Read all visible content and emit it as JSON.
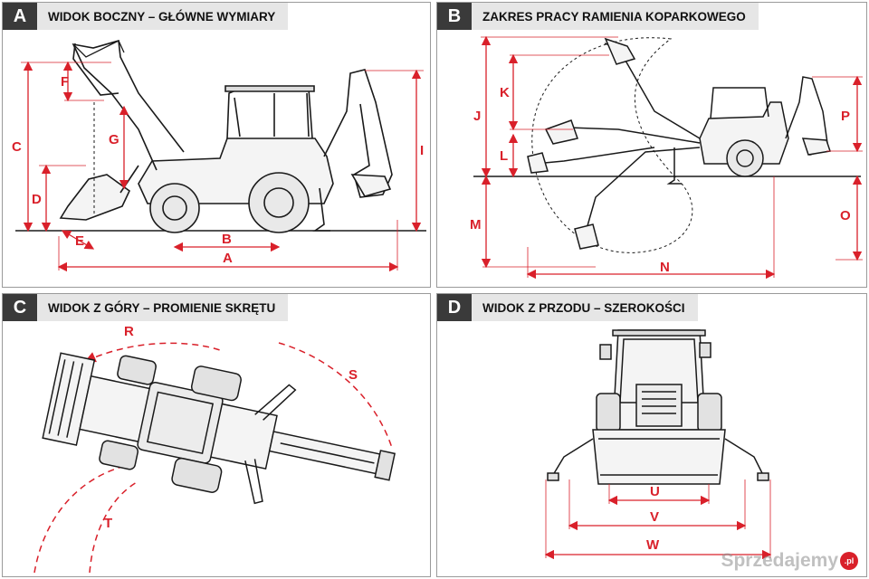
{
  "panels": [
    {
      "id": "A",
      "title": "WIDOK BOCZNY – GŁÓWNE WYMIARY"
    },
    {
      "id": "B",
      "title": "ZAKRES PRACY RAMIENIA KOPARKOWEGO"
    },
    {
      "id": "C",
      "title": "WIDOK Z GÓRY – PROMIENIE SKRĘTU"
    },
    {
      "id": "D",
      "title": "WIDOK Z PRZODU – SZEROKOŚCI"
    }
  ],
  "dimensions": {
    "A": [
      "A",
      "B",
      "C",
      "D",
      "E",
      "F",
      "G",
      "I"
    ],
    "B": [
      "J",
      "K",
      "L",
      "M",
      "N",
      "O",
      "P"
    ],
    "C": [
      "R",
      "S",
      "T"
    ],
    "D": [
      "U",
      "V",
      "W"
    ]
  },
  "watermark": {
    "text": "Sprzedajemy",
    "badge": ".pl"
  },
  "colors": {
    "dimension": "#d9202a",
    "outline": "#1a1a1a",
    "header": "#3a3a3a"
  }
}
